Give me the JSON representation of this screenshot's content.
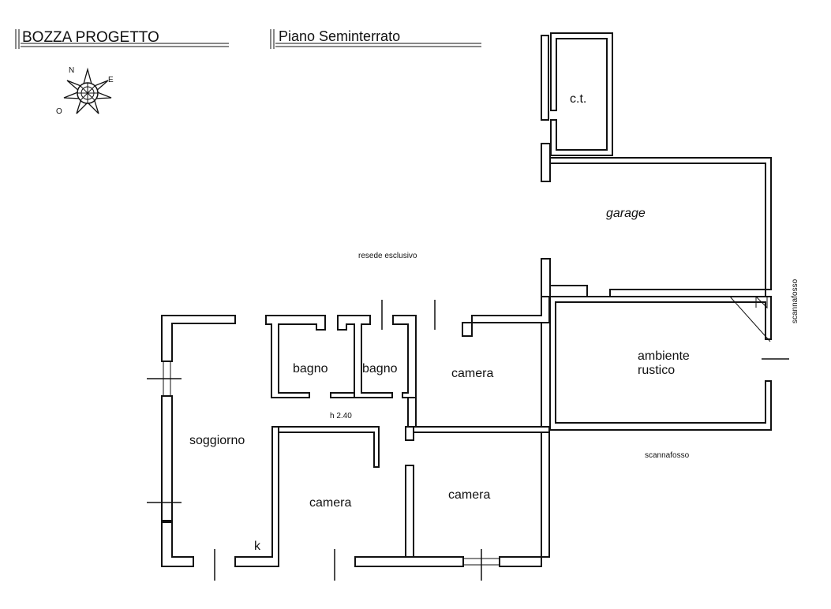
{
  "header": {
    "title": "BOZZA PROGETTO",
    "subtitle": "Piano Seminterrato"
  },
  "compass": {
    "icon": "compass-rose-icon",
    "letters": {
      "north": "N",
      "east": "E",
      "west": "O"
    }
  },
  "rooms": {
    "ct": "c.t.",
    "garage": "garage",
    "ambiente_line1": "ambiente",
    "ambiente_line2": "rustico",
    "bagno1": "bagno",
    "bagno2": "bagno",
    "camera_top": "camera",
    "soggiorno": "soggiorno",
    "camera_bottom_left": "camera",
    "camera_bottom_right": "camera",
    "kitchen_mark": "k"
  },
  "labels": {
    "resede": "resede esclusivo",
    "height": "h 2.40",
    "scannafosso_right": "scannafosso",
    "scannafosso_bottom": "scannafosso"
  }
}
